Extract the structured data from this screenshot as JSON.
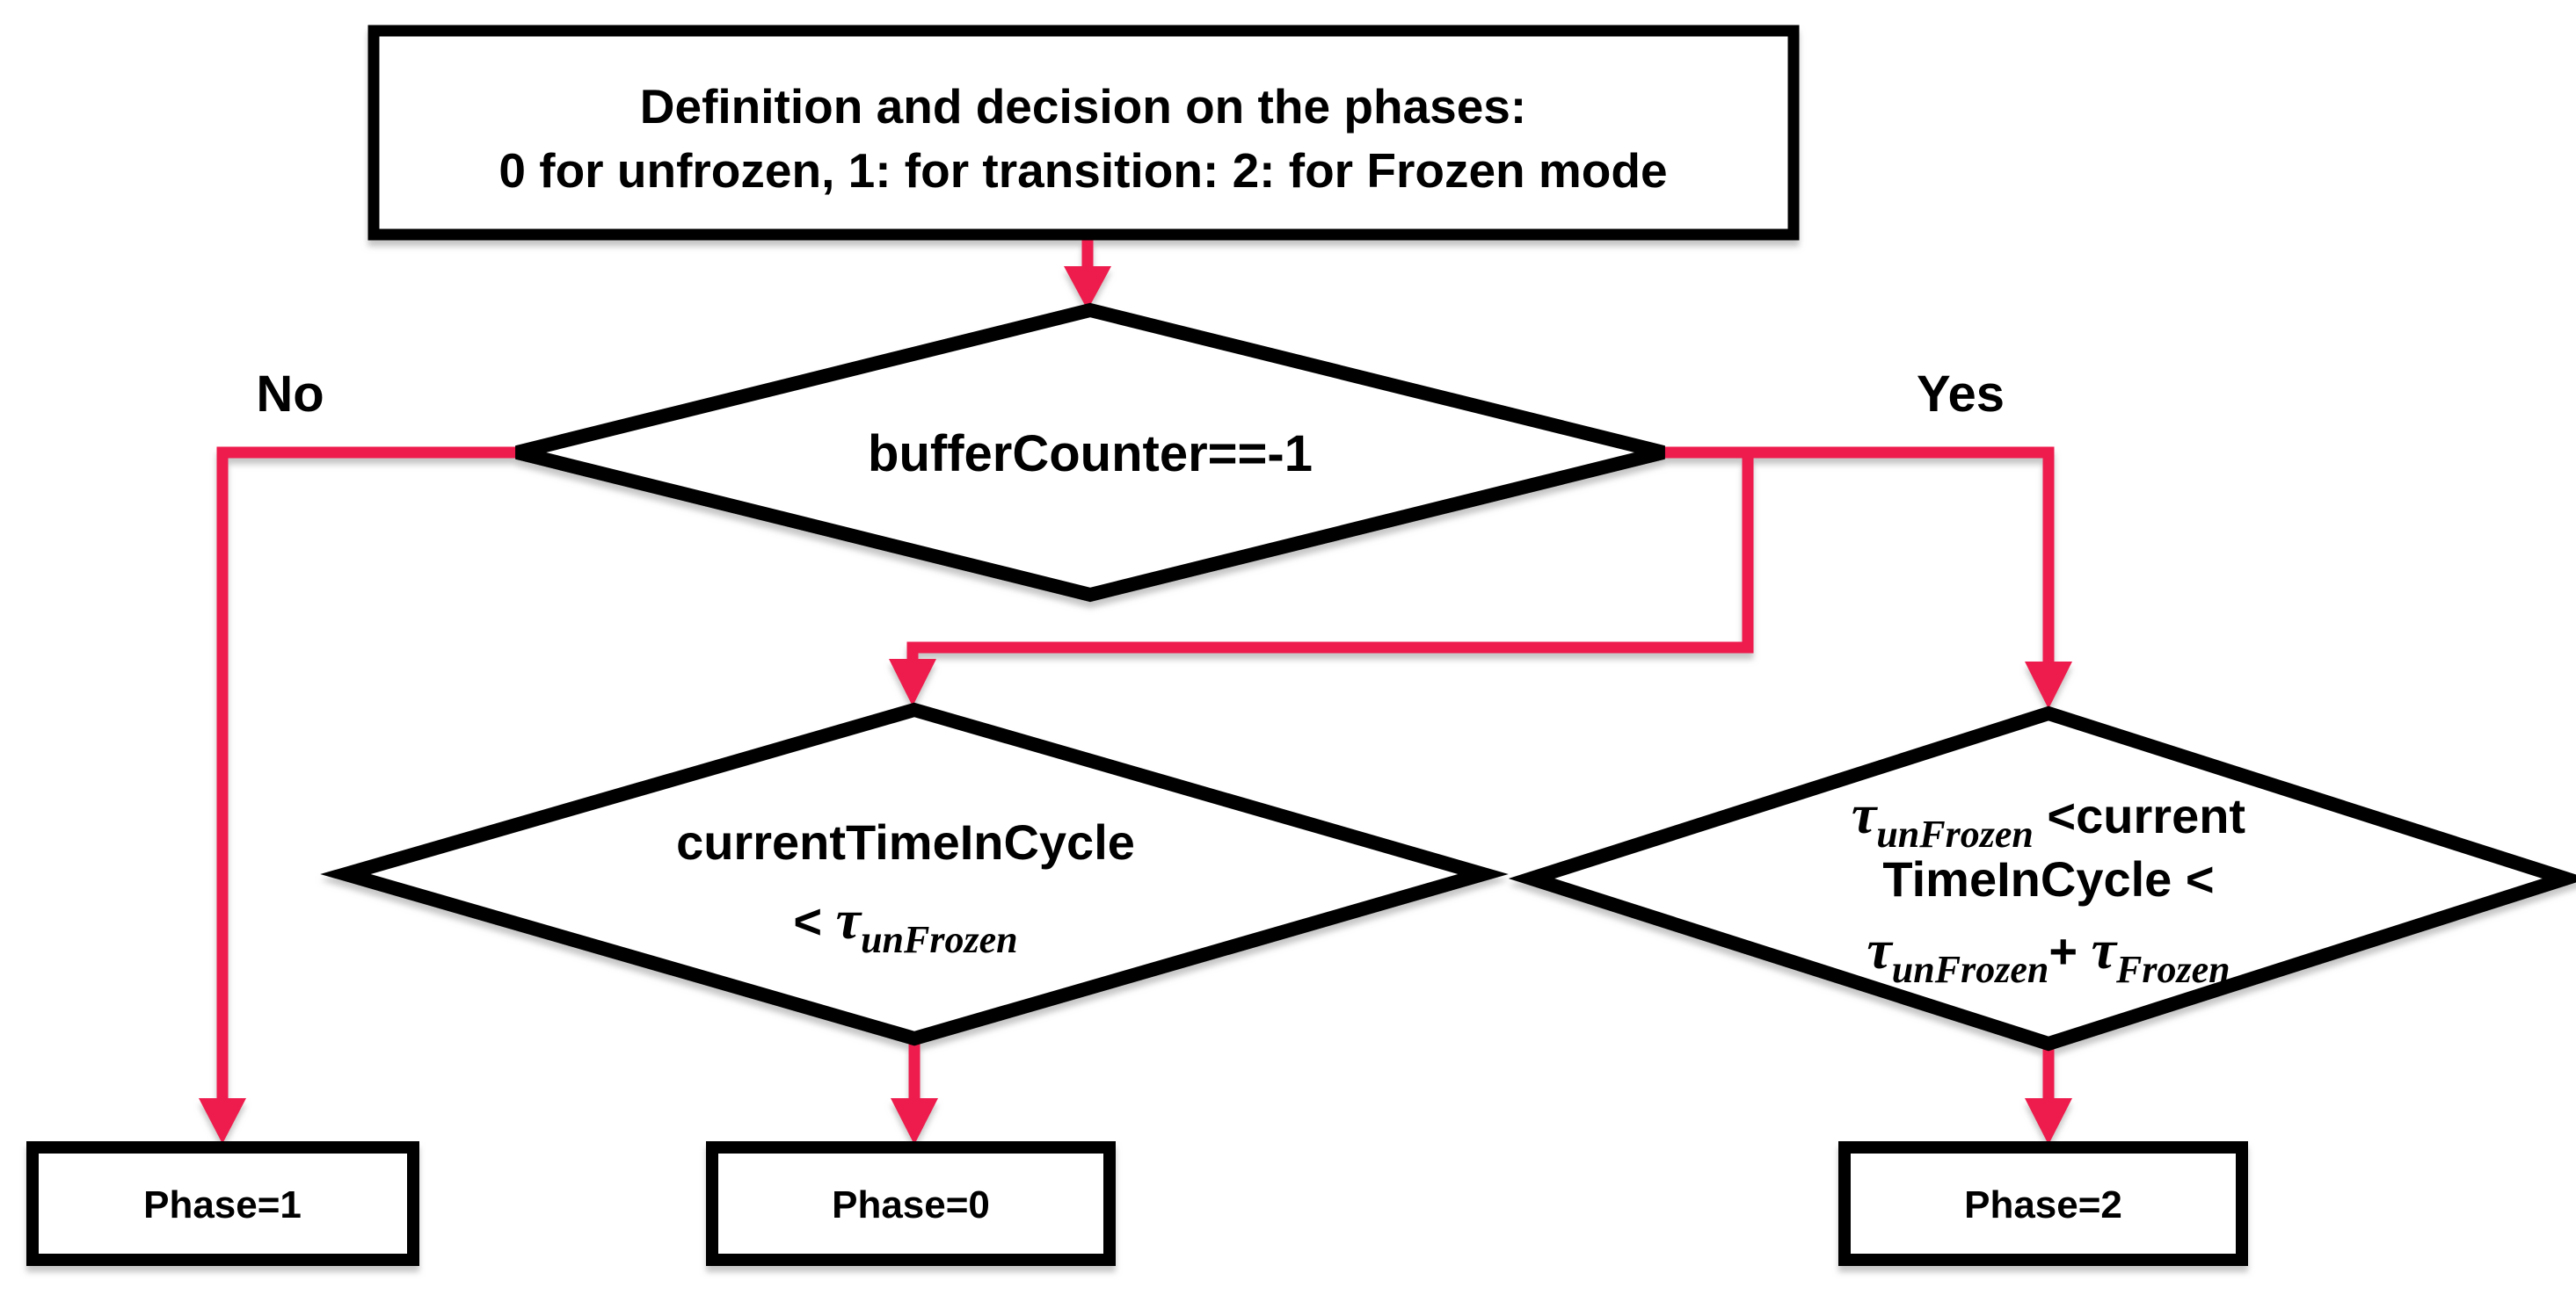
{
  "flowchart": {
    "colors": {
      "arrow": "#ED1C4E",
      "outline": "#000000",
      "background": "#FFFFFF"
    },
    "title_box": {
      "line1": "Definition and decision on the phases:",
      "line2": "0 for unfrozen, 1: for transition: 2: for Frozen mode"
    },
    "decision_buffer": {
      "label": "bufferCounter==-1"
    },
    "edge_labels": {
      "no": "No",
      "yes": "Yes"
    },
    "decision_unfrozen": {
      "line1": "currentTimeInCycle",
      "lt": "< ",
      "tau": "τ",
      "tau_sub": "unFrozen"
    },
    "decision_frozen": {
      "tau1": "τ",
      "tau1_sub": "unFrozen",
      "line1_rest": " <current",
      "line2": "TimeInCycle <",
      "tau2": "τ",
      "tau2_sub": "unFrozen",
      "plus": "+ ",
      "tau3": "τ",
      "tau3_sub": "Frozen"
    },
    "outcomes": {
      "phase1": "Phase=1",
      "phase0": "Phase=0",
      "phase2": "Phase=2"
    }
  }
}
